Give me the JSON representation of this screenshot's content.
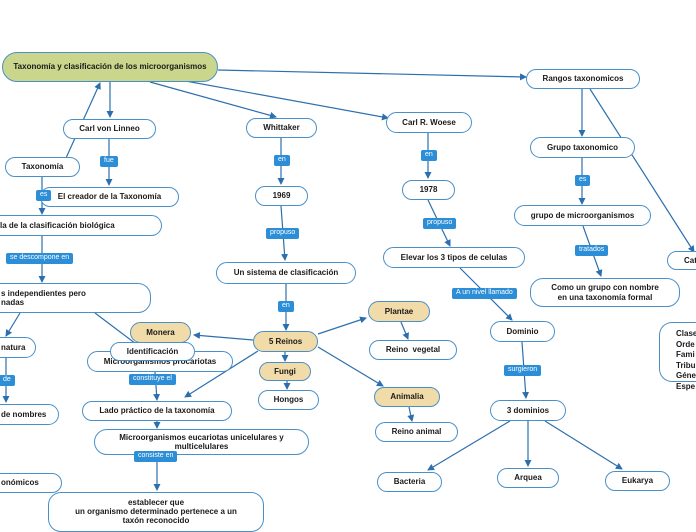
{
  "nodes": {
    "title": "Taxonomía y clasificación de los microorganismos",
    "linneo": "Carl von Linneo",
    "whittaker": "Whittaker",
    "woese": "Carl R. Woese",
    "rangos": "Rangos taxonomicos",
    "taxonomia": "Taxonomía",
    "creador": "El creador de la Taxonomía",
    "y1969": "1969",
    "y1978": "1978",
    "grupo_tax": "Grupo taxonomico",
    "clasif_bio": "la de la clasificación biológica",
    "sistema": "Un sistema de clasificación",
    "tres_tipos": "Elevar los 3 tipos de celulas",
    "grupo_micro": "grupo de microorganismos",
    "cat": "Cat",
    "independientes": "s independientes pero\nnadas",
    "como_grupo": "Como un grupo con nombre\nen una taxonomía formal",
    "plantae": "Plantae",
    "monera": "Monera",
    "cinco_reinos": "5 Reinos",
    "dominio": "Dominio",
    "identificacion": "Identificación",
    "micro_proc": "Microorganismos procariotas",
    "reino_vegetal": "Reino  vegetal",
    "natura": "natura",
    "fungi": "Fungi",
    "animalia": "Animalia",
    "lado_practico": "Lado práctico de la taxonomía",
    "de_nombres": "de nombres",
    "hongos": "Hongos",
    "tres_dominios": "3 dominios",
    "micro_euc": "Microorganismos eucariotas unicelulares y\nmulticelulares",
    "reino_animal": "Reino animal",
    "bacteria": "Bacteria",
    "arquea": "Arquea",
    "eukarya": "Eukarya",
    "onomicos": "onómicos",
    "establecer": "establecer que\nun organismo determinado pertenece a un\ntaxón reconocido"
  },
  "labels": {
    "fue": "fue",
    "en_whittaker": "en",
    "en_woese": "en",
    "es": "es",
    "es_taxonomia": "es",
    "propuso_whittaker": "propuso",
    "propuso_woese": "propuso",
    "tratados": "tratados",
    "se_descompone": "se descompone en",
    "a_un_nivel": "A un nivel llamado",
    "en_sistema": "en",
    "surgieron": "surgieron",
    "de_left": "de",
    "constituye": "constituye el",
    "consiste": "consiste en"
  },
  "ranks_list": [
    "Clase",
    "Orde",
    "Fami",
    "Tribu",
    "Géne",
    "Espe"
  ],
  "colors": {
    "edge": "#2d6fae",
    "node_border": "#4a90c8",
    "label_bg": "#2b8ed6",
    "title_fill": "#c9d68c",
    "kingdom_fill": "#f1dba8"
  }
}
